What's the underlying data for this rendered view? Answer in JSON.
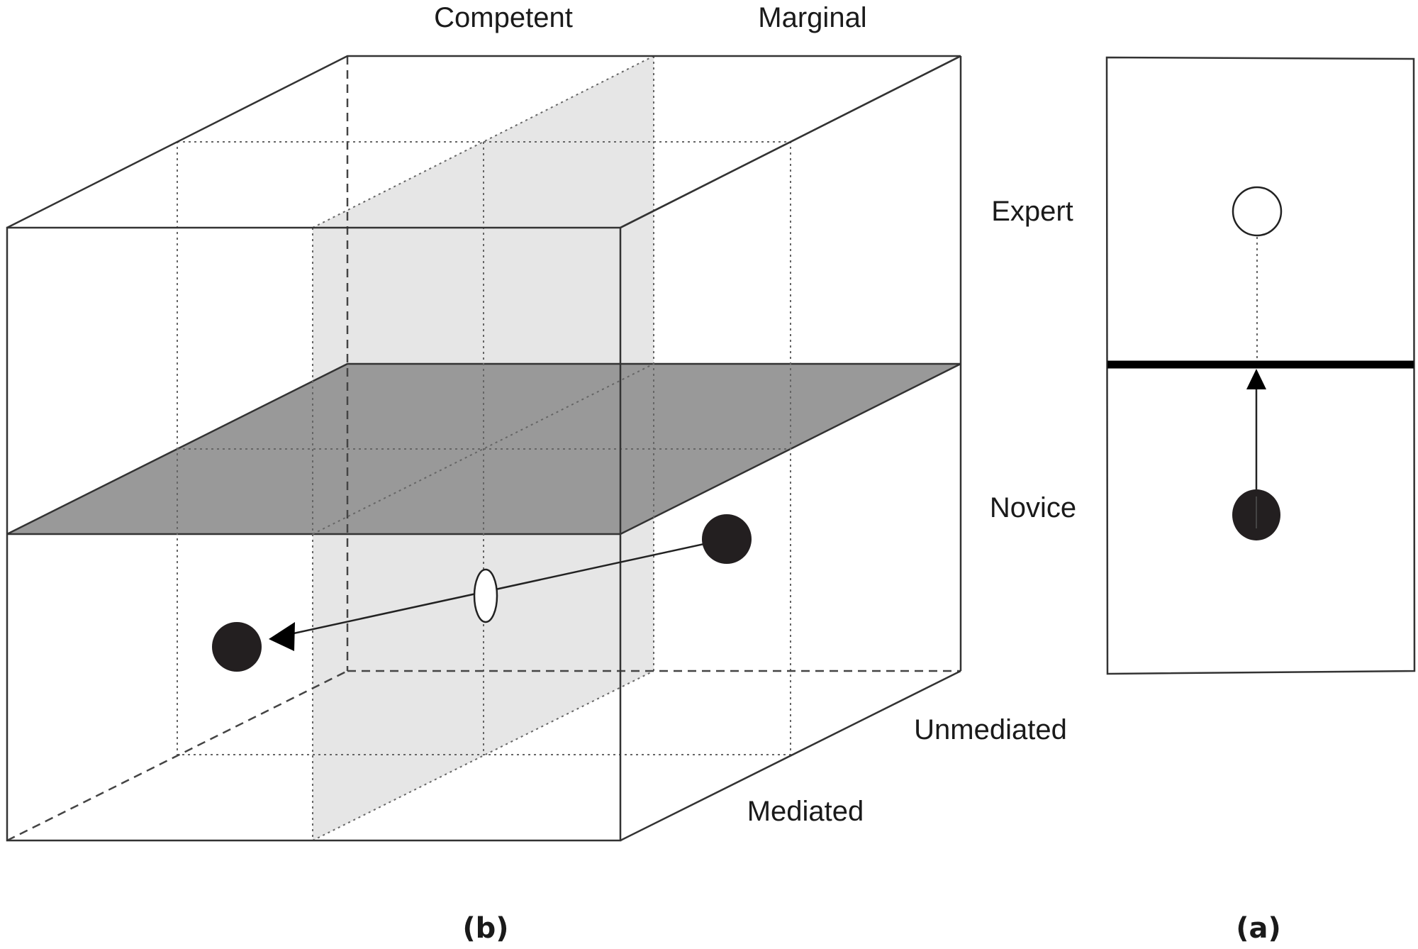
{
  "figure": {
    "panel_b": {
      "caption": "(b)",
      "top_labels": [
        "Competent",
        "Marginal"
      ],
      "depth_labels": [
        "Unmediated",
        "Mediated"
      ],
      "colors": {
        "threshold_plane": "#999999",
        "competence_plane": "#e6e6e6",
        "state_dot": "#231f20"
      }
    },
    "panel_a": {
      "caption": "(a)",
      "level_labels": [
        "Expert",
        "Novice"
      ]
    }
  }
}
